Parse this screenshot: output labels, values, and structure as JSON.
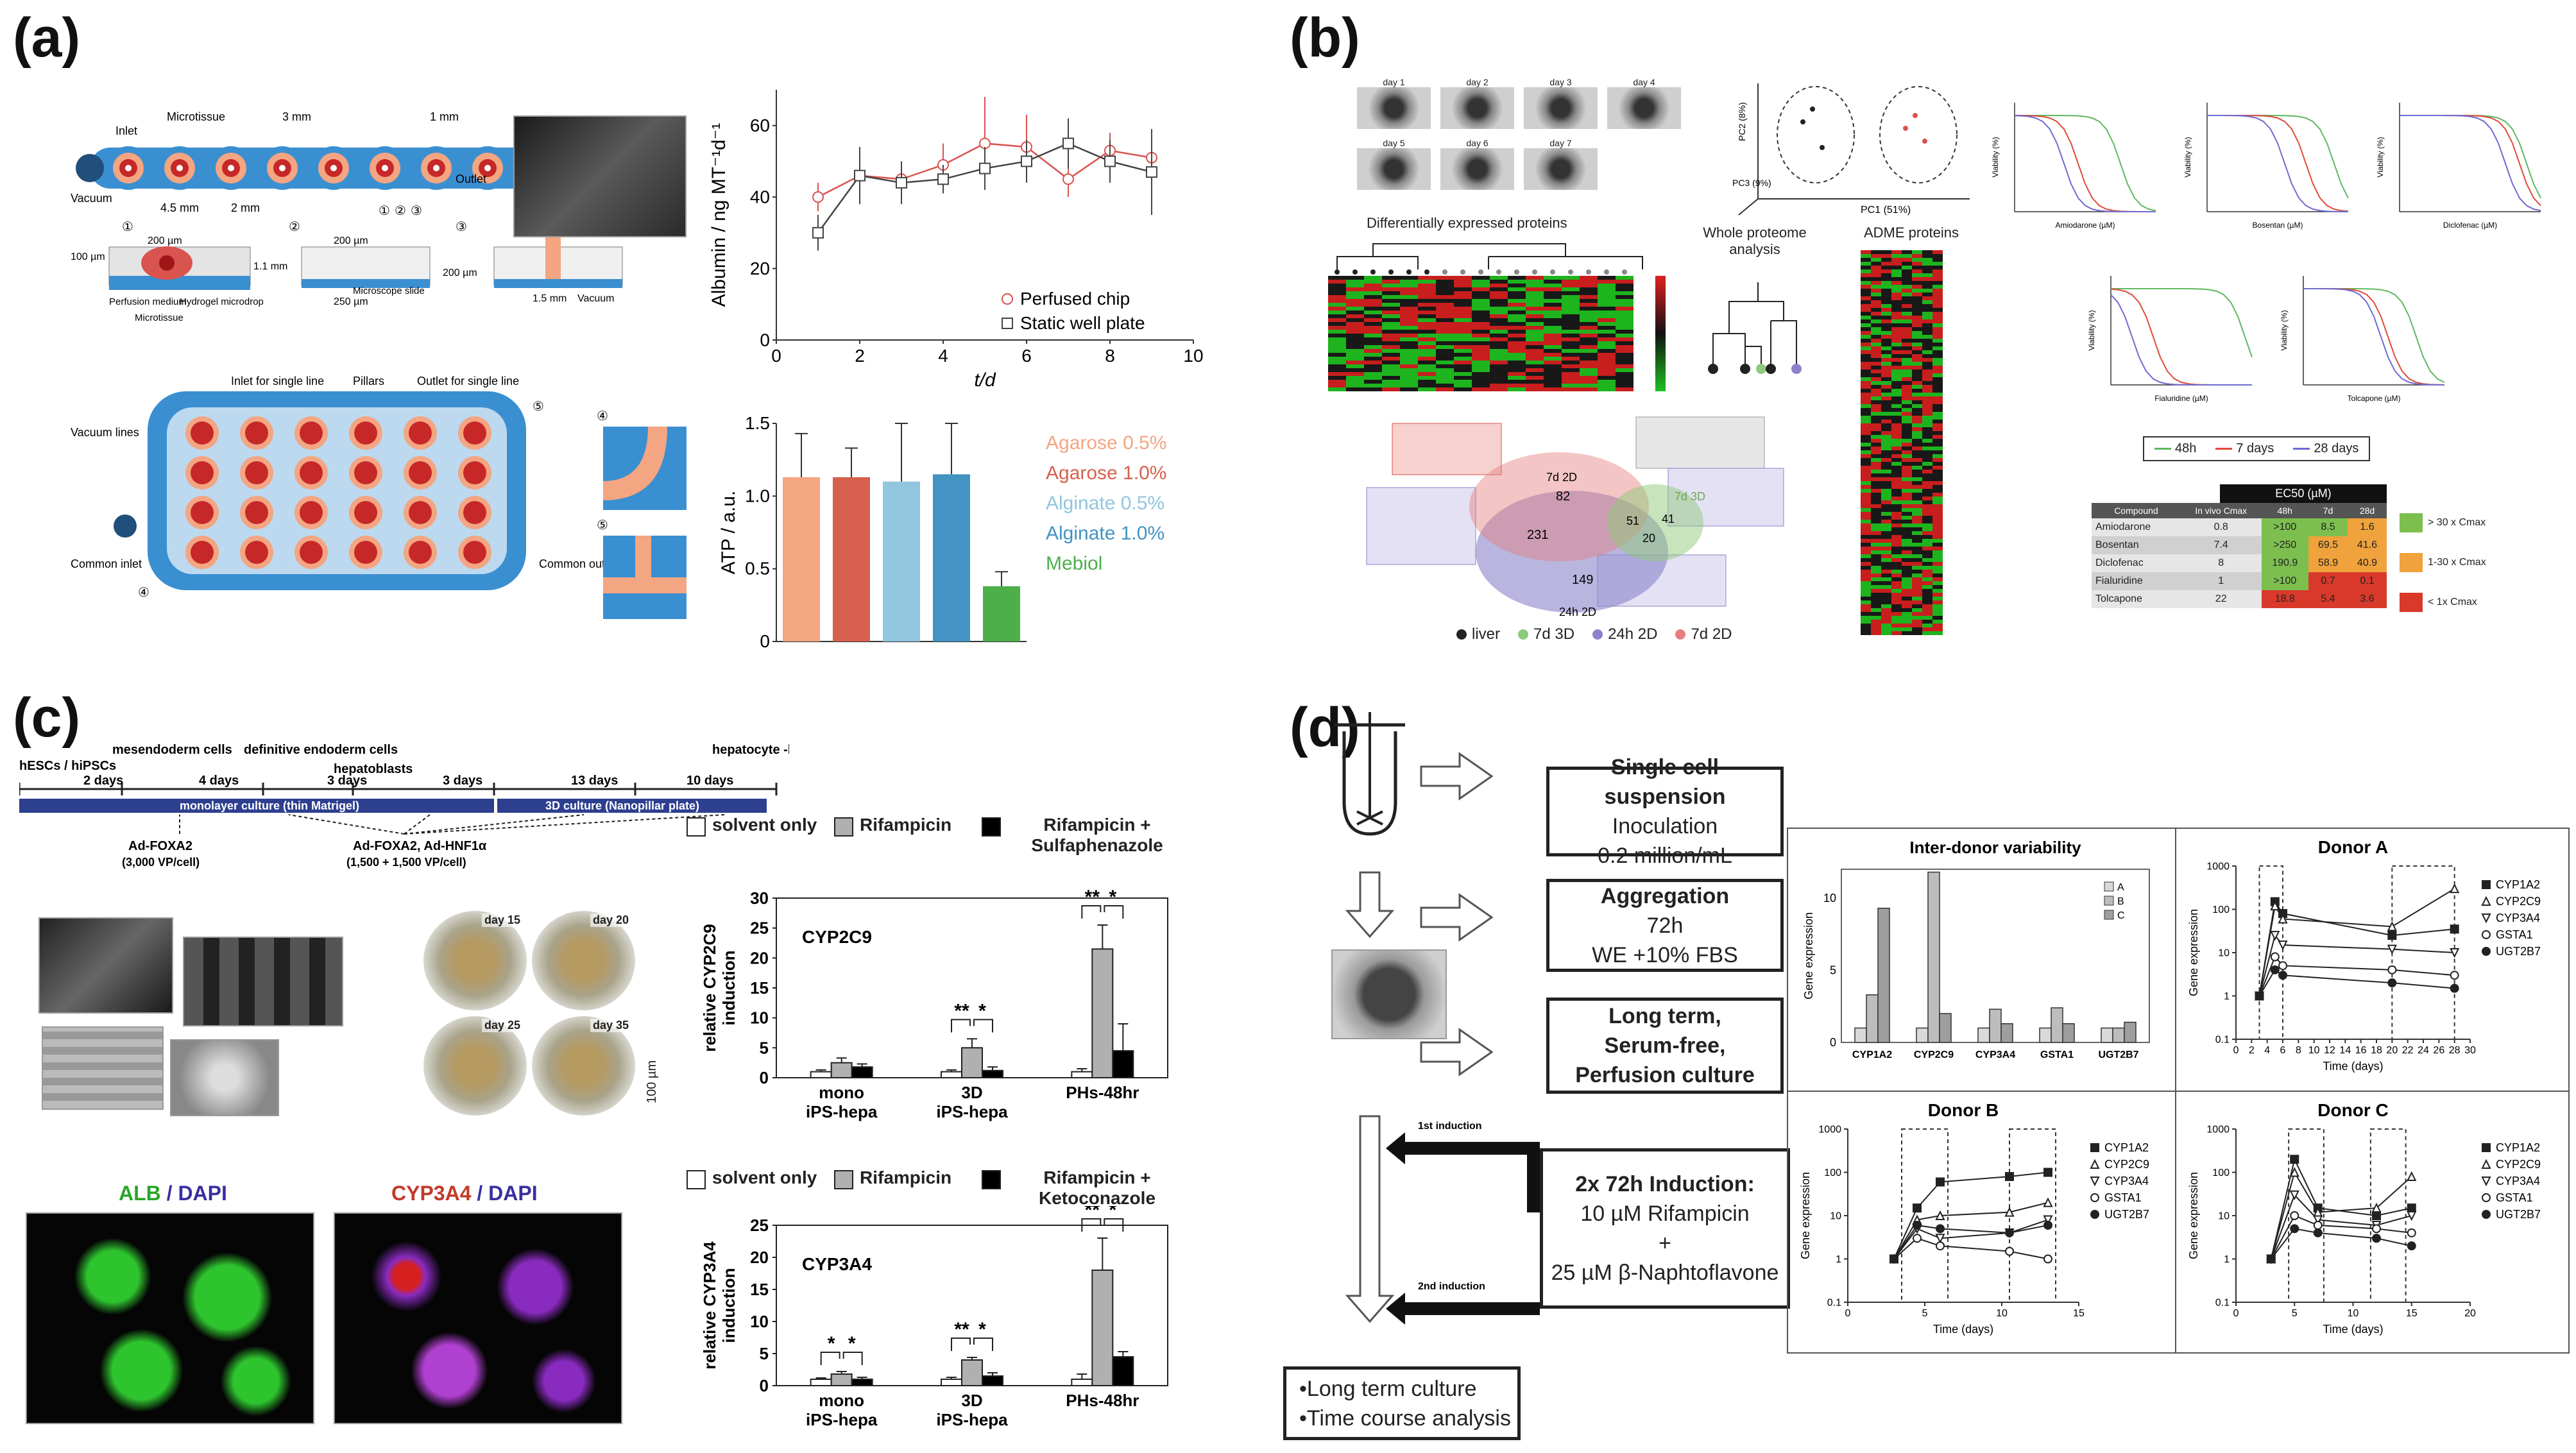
{
  "panel_labels": {
    "a": "(a)",
    "b": "(b)",
    "c": "(c)",
    "d": "(d)"
  },
  "a": {
    "chip_labels": {
      "inlet": "Inlet",
      "microtissue": "Microtissue",
      "vacuum": "Vacuum",
      "outlet": "Outlet",
      "d3mm": "3 mm",
      "d1mm": "1 mm",
      "d45mm": "4.5 mm",
      "d2mm": "2 mm",
      "sec_markers": [
        "①",
        "②",
        "③"
      ],
      "s1_200": "200 µm",
      "s1_100": "100 µm",
      "s1_11": "1.1 mm",
      "s1_perf": "Perfusion medium",
      "s1_hydro": "Hydrogel microdrop",
      "s1_micro": "Microtissue",
      "s2_200": "200 µm",
      "s2_250": "250 µm",
      "s2_slide": "Microscope slide",
      "s3_200": "200 µm",
      "s3_15": "1.5 mm",
      "s3_vac": "Vacuum",
      "inlet_single": "Inlet for single line",
      "pillars": "Pillars",
      "outlet_single": "Outlet for single line",
      "vacuum_lines": "Vacuum lines",
      "common_inlet": "Common inlet",
      "common_outlet": "Common outlet",
      "m4": "④",
      "m5": "⑤"
    }
  },
  "chart_data": [
    {
      "id": "a-line",
      "type": "line",
      "xlabel": "t/d",
      "ylabel": "Albumin / ng MT⁻¹d⁻¹",
      "xlim": [
        0,
        10
      ],
      "ylim": [
        0,
        70
      ],
      "xticks": [
        0,
        2,
        4,
        6,
        8,
        10
      ],
      "yticks": [
        0,
        20,
        40,
        60
      ],
      "series": [
        {
          "name": "Perfused chip",
          "color": "#d9534f",
          "marker": "circle",
          "x": [
            1,
            2,
            3,
            4,
            5,
            6,
            7,
            8,
            9
          ],
          "y": [
            40,
            46,
            45,
            49,
            55,
            54,
            45,
            53,
            51
          ],
          "err": [
            4,
            6,
            5,
            6,
            13,
            9,
            5,
            5,
            8
          ]
        },
        {
          "name": "Static well plate",
          "color": "#444444",
          "marker": "square",
          "x": [
            1,
            2,
            3,
            4,
            5,
            6,
            7,
            8,
            9
          ],
          "y": [
            30,
            46,
            44,
            45,
            48,
            50,
            55,
            50,
            47
          ],
          "err": [
            5,
            8,
            6,
            4,
            6,
            6,
            7,
            6,
            12
          ]
        }
      ]
    },
    {
      "id": "a-bar",
      "type": "bar",
      "ylabel": "ATP / a.u.",
      "ylim": [
        0,
        1.5
      ],
      "yticks": [
        0,
        0.5,
        1.0,
        1.5
      ],
      "categories": [
        "Agarose 0.5%",
        "Agarose 1.0%",
        "Alginate 0.5%",
        "Alginate 1.0%",
        "Mebiol"
      ],
      "values": [
        1.13,
        1.13,
        1.1,
        1.15,
        0.38
      ],
      "err": [
        0.3,
        0.2,
        0.4,
        0.35,
        0.1
      ],
      "colors": [
        "#f4a582",
        "#d6604d",
        "#92c5de",
        "#4393c3",
        "#4daf4a"
      ]
    },
    {
      "id": "c-cyp2c9",
      "type": "bar",
      "title": "CYP2C9",
      "ylabel": "relative CYP2C9 induction",
      "ylim": [
        0,
        30
      ],
      "yticks": [
        0,
        5,
        10,
        15,
        20,
        25,
        30
      ],
      "categories": [
        "mono iPS-hepa",
        "3D iPS-hepa",
        "PHs-48hr"
      ],
      "series": [
        {
          "name": "solvent only",
          "values": [
            1,
            1,
            1
          ],
          "err": [
            0.3,
            0.3,
            0.5
          ]
        },
        {
          "name": "Rifampicin",
          "values": [
            2.5,
            5,
            21.5
          ],
          "err": [
            0.8,
            1.5,
            4
          ]
        },
        {
          "name": "Rifampicin + Sulfaphenazole",
          "values": [
            1.8,
            1.2,
            4.5
          ],
          "err": [
            0.5,
            0.6,
            4.5
          ]
        }
      ],
      "significance": [
        "**",
        "*",
        "**",
        "*"
      ]
    },
    {
      "id": "c-cyp3a4",
      "type": "bar",
      "title": "CYP3A4",
      "ylabel": "relative CYP3A4 induction",
      "ylim": [
        0,
        25
      ],
      "yticks": [
        0,
        5,
        10,
        15,
        20,
        25
      ],
      "categories": [
        "mono iPS-hepa",
        "3D iPS-hepa",
        "PHs-48hr"
      ],
      "series": [
        {
          "name": "solvent only",
          "values": [
            1,
            1,
            1
          ],
          "err": [
            0.2,
            0.3,
            0.8
          ]
        },
        {
          "name": "Rifampicin",
          "values": [
            1.8,
            4,
            18
          ],
          "err": [
            0.4,
            0.4,
            5
          ]
        },
        {
          "name": "Rifampicin + Ketoconazole",
          "values": [
            1,
            1.5,
            4.5
          ],
          "err": [
            0.3,
            0.5,
            0.8
          ]
        }
      ],
      "significance": [
        "*",
        "*",
        "**",
        "*",
        "**",
        "*"
      ]
    },
    {
      "id": "d-inter",
      "type": "bar",
      "title": "Inter-donor variability",
      "ylabel": "Gene expression",
      "ylim": [
        0,
        12
      ],
      "yticks": [
        0,
        5,
        10
      ],
      "categories": [
        "CYP1A2",
        "CYP2C9",
        "CYP3A4",
        "GSTA1",
        "UGT2B7"
      ],
      "series": [
        {
          "name": "A",
          "values": [
            1,
            1,
            1,
            1,
            1
          ]
        },
        {
          "name": "B",
          "values": [
            3.3,
            11.8,
            2.3,
            2.4,
            1
          ]
        },
        {
          "name": "C",
          "values": [
            9.3,
            2,
            1.3,
            1.3,
            1.4
          ]
        }
      ]
    },
    {
      "id": "d-donorA",
      "type": "line",
      "title": "Donor A",
      "xlabel": "Time (days)",
      "ylabel": "Gene expression",
      "log": true,
      "xlim": [
        0,
        30
      ],
      "ylim": [
        0.1,
        1000
      ],
      "xticks": [
        0,
        2,
        4,
        6,
        8,
        10,
        12,
        14,
        16,
        18,
        20,
        22,
        24,
        26,
        28,
        30
      ],
      "yticks": [
        0.1,
        1,
        10,
        100,
        1000
      ],
      "shaded": [
        [
          3,
          6
        ],
        [
          20,
          28
        ]
      ],
      "series": [
        {
          "name": "CYP1A2",
          "marker": "square",
          "x": [
            3,
            5,
            6,
            20,
            28
          ],
          "y": [
            1,
            150,
            80,
            25,
            35
          ]
        },
        {
          "name": "CYP2C9",
          "marker": "triangle",
          "x": [
            3,
            5,
            6,
            20,
            28
          ],
          "y": [
            1,
            120,
            60,
            40,
            300
          ]
        },
        {
          "name": "CYP3A4",
          "marker": "triangle-down",
          "x": [
            3,
            5,
            6,
            20,
            28
          ],
          "y": [
            1,
            25,
            15,
            12,
            10
          ]
        },
        {
          "name": "GSTA1",
          "marker": "circle-open",
          "x": [
            3,
            5,
            6,
            20,
            28
          ],
          "y": [
            1,
            8,
            5,
            4,
            3
          ]
        },
        {
          "name": "UGT2B7",
          "marker": "circle",
          "x": [
            3,
            5,
            6,
            20,
            28
          ],
          "y": [
            1,
            4,
            3,
            2,
            1.5
          ]
        }
      ]
    },
    {
      "id": "d-donorB",
      "type": "line",
      "title": "Donor B",
      "xlabel": "Time (days)",
      "ylabel": "Gene expression",
      "log": true,
      "xlim": [
        0,
        15
      ],
      "ylim": [
        0.1,
        1000
      ],
      "xticks": [
        0,
        5,
        10,
        15
      ],
      "yticks": [
        0.1,
        1,
        10,
        100,
        1000
      ],
      "shaded": [
        [
          3.5,
          6.5
        ],
        [
          10.5,
          13.5
        ]
      ],
      "series": [
        {
          "name": "CYP1A2",
          "marker": "square",
          "x": [
            3,
            4.5,
            6,
            10.5,
            13
          ],
          "y": [
            1,
            15,
            60,
            80,
            100
          ]
        },
        {
          "name": "CYP2C9",
          "marker": "triangle",
          "x": [
            3,
            4.5,
            6,
            10.5,
            13
          ],
          "y": [
            1,
            8,
            10,
            12,
            20
          ]
        },
        {
          "name": "CYP3A4",
          "marker": "triangle-down",
          "x": [
            3,
            4.5,
            6,
            10.5,
            13
          ],
          "y": [
            1,
            5,
            3,
            4,
            8
          ]
        },
        {
          "name": "GSTA1",
          "marker": "circle-open",
          "x": [
            3,
            4.5,
            6,
            10.5,
            13
          ],
          "y": [
            1,
            3,
            2,
            1.5,
            1
          ]
        },
        {
          "name": "UGT2B7",
          "marker": "circle",
          "x": [
            3,
            4.5,
            6,
            10.5,
            13
          ],
          "y": [
            1,
            6,
            5,
            4,
            6
          ]
        }
      ]
    },
    {
      "id": "d-donorC",
      "type": "line",
      "title": "Donor C",
      "xlabel": "Time (days)",
      "ylabel": "Gene expression",
      "log": true,
      "xlim": [
        0,
        20
      ],
      "ylim": [
        0.1,
        1000
      ],
      "xticks": [
        0,
        5,
        10,
        15,
        20
      ],
      "yticks": [
        0.1,
        1,
        10,
        100,
        1000
      ],
      "shaded": [
        [
          4.5,
          7.5
        ],
        [
          11.5,
          14.5
        ]
      ],
      "series": [
        {
          "name": "CYP1A2",
          "marker": "square",
          "x": [
            3,
            5,
            7,
            12,
            15
          ],
          "y": [
            1,
            200,
            15,
            10,
            15
          ]
        },
        {
          "name": "CYP2C9",
          "marker": "triangle",
          "x": [
            3,
            5,
            7,
            12,
            15
          ],
          "y": [
            1,
            100,
            12,
            15,
            80
          ]
        },
        {
          "name": "CYP3A4",
          "marker": "triangle-down",
          "x": [
            3,
            5,
            7,
            12,
            15
          ],
          "y": [
            1,
            30,
            8,
            6,
            10
          ]
        },
        {
          "name": "GSTA1",
          "marker": "circle-open",
          "x": [
            3,
            5,
            7,
            12,
            15
          ],
          "y": [
            1,
            10,
            6,
            5,
            4
          ]
        },
        {
          "name": "UGT2B7",
          "marker": "circle",
          "x": [
            3,
            5,
            7,
            12,
            15
          ],
          "y": [
            1,
            5,
            4,
            3,
            2
          ]
        }
      ]
    }
  ],
  "b": {
    "days": [
      "day 1",
      "day 2",
      "day 3",
      "day 4",
      "day 5",
      "day 6",
      "day 7"
    ],
    "pca_pc1": "PC1 (51%)",
    "pca_pc2": "PC2 (8%)",
    "pca_pc3": "PC3 (9%)",
    "diff_title": "Differentially expressed proteins",
    "whole_title": "Whole proteome analysis",
    "adme_title": "ADME proteins",
    "venn": {
      "lab_7d2d": "7d 2D",
      "lab_7d3d": "7d 3D",
      "lab_24h2d": "24h 2D",
      "n1": "82",
      "n2": "231",
      "n3": "51",
      "n4": "41",
      "n5": "20",
      "n6": "149"
    },
    "venn_legend": [
      "liver",
      "7d 3D",
      "24h 2D",
      "7d 2D"
    ],
    "venn_legend_colors": [
      "#222222",
      "#8fc97a",
      "#8b83c9",
      "#e57e7e"
    ],
    "viability": [
      {
        "drug": "Amiodarone (µM)"
      },
      {
        "drug": "Bosentan (µM)"
      },
      {
        "drug": "Diclofenac (µM)"
      },
      {
        "drug": "Fialuridine (µM)"
      },
      {
        "drug": "Tolcapone (µM)"
      }
    ],
    "viability_ylabel": "Viability (%)",
    "viability_legend": [
      "48h",
      "7 days",
      "28 days"
    ],
    "viability_colors": [
      "#5fb85f",
      "#e04a3a",
      "#6d6bd1"
    ],
    "table": {
      "header_top": "EC50 (µM)",
      "headers": [
        "Compound",
        "In vivo Cmax",
        "48h",
        "7d",
        "28d"
      ],
      "rows": [
        [
          "Amiodarone",
          "0.8",
          ">100",
          "8.5",
          "1.6"
        ],
        [
          "Bosentan",
          "7.4",
          ">250",
          "69.5",
          "41.6"
        ],
        [
          "Diclofenac",
          "8",
          "190.9",
          "58.9",
          "40.9"
        ],
        [
          "Fialuridine",
          "1",
          ">100",
          "0.7",
          "0.1"
        ],
        [
          "Tolcapone",
          "22",
          "18.8",
          "5.4",
          "3.6"
        ]
      ],
      "legend": [
        "> 30 x Cmax",
        "1-30 x Cmax",
        "< 1x Cmax"
      ],
      "legend_colors": [
        "#7dbf4f",
        "#f0a23c",
        "#d8392b"
      ]
    }
  },
  "c": {
    "timeline": {
      "stages": [
        "hESCs / hiPSCs",
        "mesendoderm cells",
        "definitive endoderm cells",
        "hepatoblasts",
        "hepatocyte -like cells"
      ],
      "durations": [
        "2 days",
        "4 days",
        "3 days",
        "3 days",
        "13 days",
        "10 days"
      ],
      "bar1": "monolayer culture (thin Matrigel)",
      "bar2": "3D culture (Nanopillar plate)",
      "ad1": "Ad-FOXA2",
      "ad1b": "(3,000 VP/cell)",
      "ad2": "Ad-FOXA2, Ad-HNF1α",
      "ad2b": "(1,500 + 1,500 VP/cell)"
    },
    "photo_days": [
      "day 15",
      "day 20",
      "day 25",
      "day 35"
    ],
    "scale": "100 µm",
    "stain1_a": "ALB",
    "stain1_b": " / DAPI",
    "stain2_a": "CYP3A4",
    "stain2_b": " / DAPI",
    "legend1": [
      "solvent only",
      "Rifampicin",
      "Rifampicin + Sulfaphenazole"
    ],
    "legend2": [
      "solvent only",
      "Rifampicin",
      "Rifampicin + Ketoconazole"
    ]
  },
  "d": {
    "box1": [
      "Single cell suspension",
      "Inoculation",
      "0.2 million/mL"
    ],
    "box2": [
      "Aggregation",
      "72h",
      "WE +10% FBS"
    ],
    "box3": [
      "Long term,",
      "Serum-free,",
      "Perfusion culture"
    ],
    "box4": [
      "2x 72h Induction:",
      "10 µM Rifampicin",
      "+",
      "25 µM β-Naphtoflavone"
    ],
    "induction1": "1st induction",
    "induction2": "2nd induction",
    "box5": [
      "•Long term culture",
      "•Time course analysis"
    ]
  }
}
